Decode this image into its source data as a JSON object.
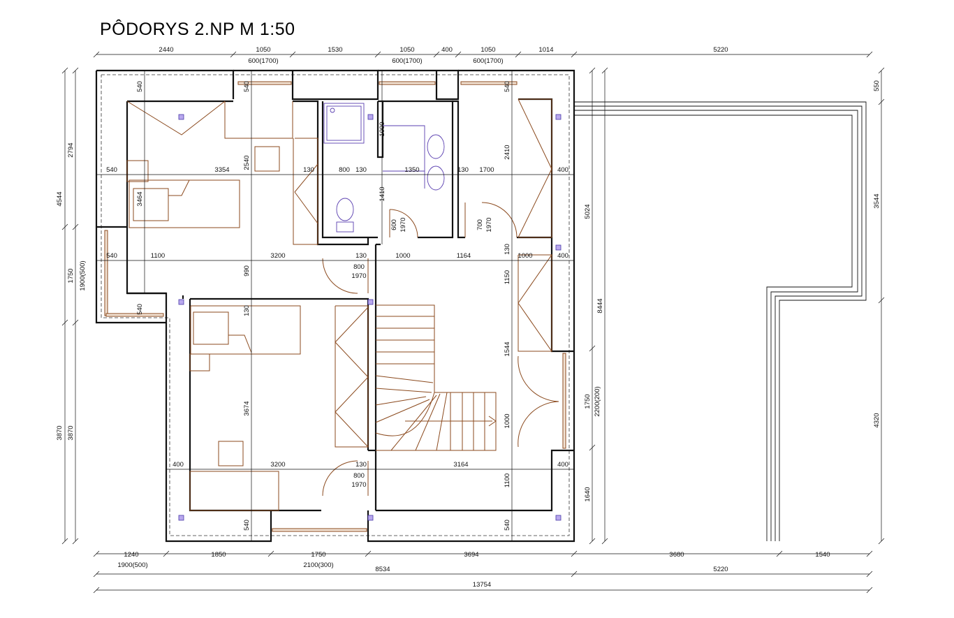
{
  "title": "PÔDORYS  2.NP   M 1:50",
  "colors": {
    "walls": "#111111",
    "furniture": "#8b4a1e",
    "sanitary": "#5a3fb0",
    "markers": "#b9a8ee"
  },
  "dims": {
    "top_row": [
      "2440",
      "1050",
      "1530",
      "1050",
      "400",
      "1050",
      "1014",
      "5220"
    ],
    "top_sub": [
      "600(1700)",
      "600(1700)",
      "600(1700)"
    ],
    "left_outer": [
      "4544",
      "1750",
      "3870"
    ],
    "left_inner": [
      "2794",
      "1900(500)",
      "3870"
    ],
    "right_outer": [
      "550",
      "3544",
      "4320"
    ],
    "right_inner": [
      "5024",
      "8444",
      "2200(200)",
      "1750",
      "1640"
    ],
    "bottom_row1": [
      "1240",
      "1850",
      "1750",
      "3694",
      "3680",
      "1540"
    ],
    "bottom_sub": [
      "1900(500)",
      "2100(300)"
    ],
    "bottom_row2": [
      "8534",
      "5220"
    ],
    "bottom_total": "13754",
    "interior": {
      "d540_a": "540",
      "d540_b": "540",
      "d540_c": "540",
      "d540_d": "540",
      "d540_e": "540",
      "d540_f": "540",
      "d540_g": "540",
      "d3354": "3354",
      "d2540": "2540",
      "d130_a": "130",
      "d800": "800",
      "d130_b": "130",
      "d1350": "1350",
      "d130_c": "130",
      "d1700": "1700",
      "d400_a": "400",
      "d1000_v": "1000",
      "d2410": "2410",
      "d3464": "3464",
      "d1410": "1410",
      "d600": "600",
      "d1970_a": "1970",
      "d700": "700",
      "d1970_b": "1970",
      "d1100": "1100",
      "d3200_a": "3200",
      "d130_d": "130",
      "d1000": "1000",
      "d1164": "1164",
      "d130_e": "130",
      "d1000_b": "1000",
      "d400_b": "400",
      "d990": "990",
      "d800_b": "800",
      "d1970_c": "1970",
      "d1150": "1150",
      "d130_f": "130",
      "d3674": "3674",
      "d1544": "1544",
      "d1000_c": "1000",
      "d400_c": "400",
      "d3200_b": "3200",
      "d130_g": "130",
      "d3164": "3164",
      "d400_d": "400",
      "d800_c": "800",
      "d1970_d": "1970",
      "d1100_b": "1100"
    }
  }
}
